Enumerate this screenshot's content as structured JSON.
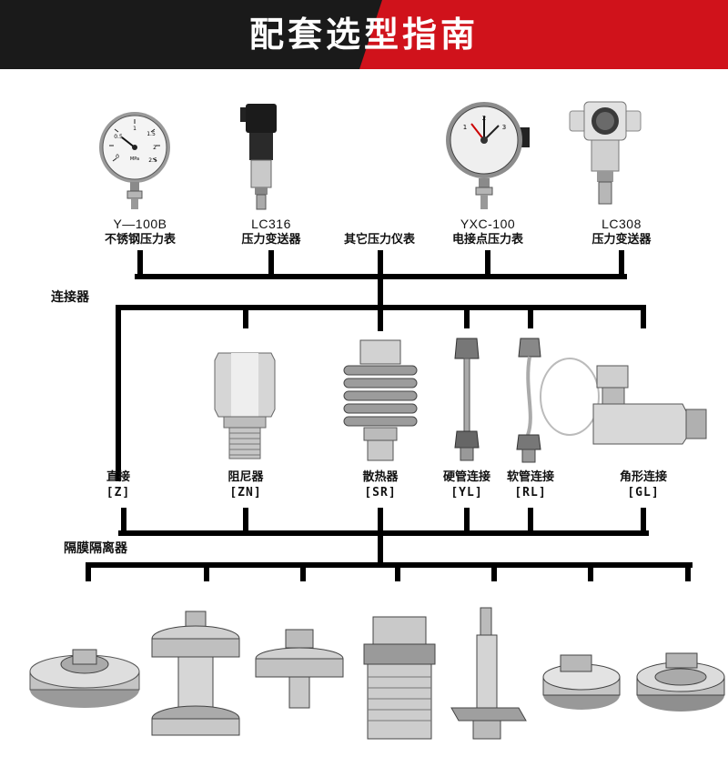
{
  "banner": {
    "title": "配套选型指南",
    "colors": {
      "dark": "#1a1a1a",
      "red": "#d0121b"
    }
  },
  "gauges": [
    {
      "model": "Y—100B",
      "name": "不锈钢压力表"
    },
    {
      "model": "LC316",
      "name": "压力变送器"
    },
    {
      "model": "",
      "name": "其它压力仪表"
    },
    {
      "model": "YXC-100",
      "name": "电接点压力表"
    },
    {
      "model": "LC308",
      "name": "压力变送器"
    }
  ],
  "connectors_label": "连接器",
  "connectors": [
    {
      "name": "直接",
      "code": "[Z]"
    },
    {
      "name": "阻尼器",
      "code": "[ZN]"
    },
    {
      "name": "散热器",
      "code": "[SR]"
    },
    {
      "name": "硬管连接",
      "code": "[YL]"
    },
    {
      "name": "软管连接",
      "code": "[RL]"
    },
    {
      "name": "角形连接",
      "code": "[GL]"
    }
  ],
  "diaphragm_label": "隔膜隔离器",
  "diaphragm_count": 7,
  "gauge_dial": {
    "y100b": {
      "ticks": [
        "1",
        "1.5",
        "0.5",
        "2",
        "0",
        "2.5"
      ],
      "unit": "MPa"
    },
    "yxc": {
      "ticks": [
        "2",
        "1",
        "3"
      ]
    }
  }
}
